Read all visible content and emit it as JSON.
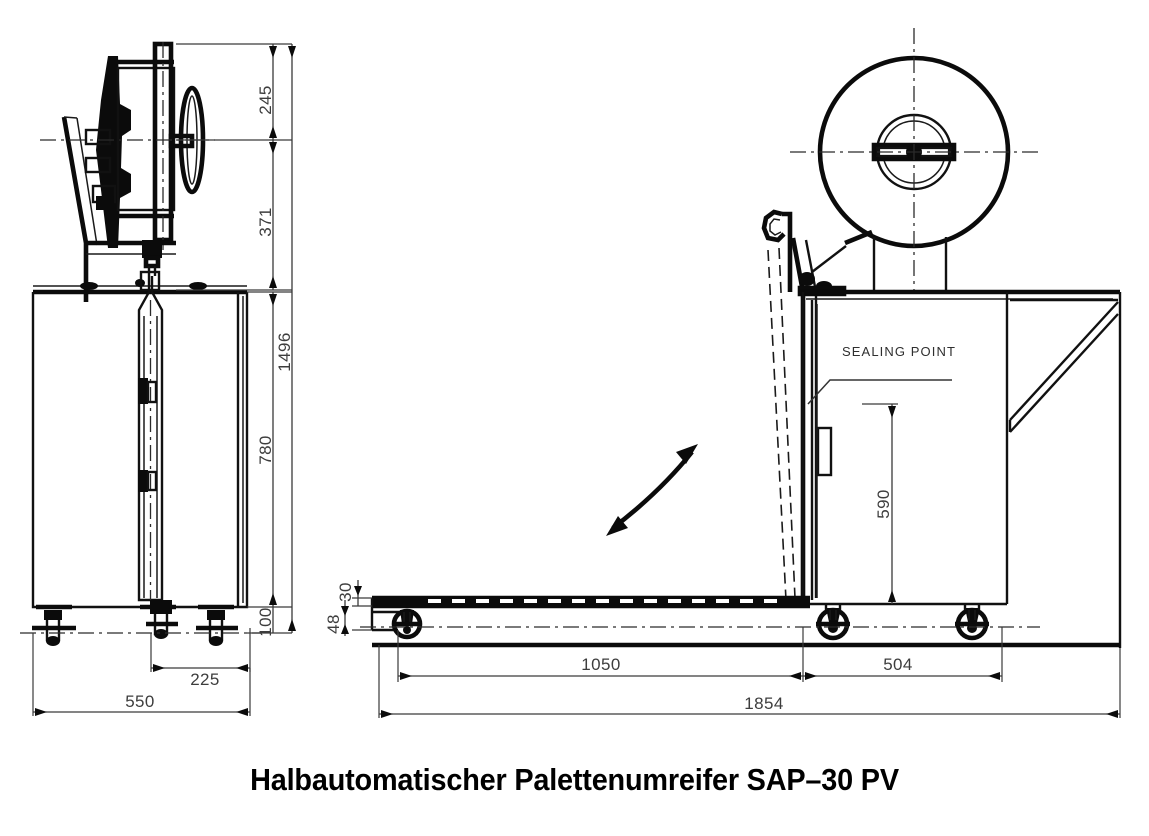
{
  "document": {
    "type": "technical-drawing",
    "caption": "Halbautomatischer Palettenumreifer SAP–30 PV",
    "background_color": "#ffffff",
    "line_color": "#111111"
  },
  "annotations": {
    "sealing_point": "SEALING POINT"
  },
  "views": {
    "left": {
      "name": "side-view",
      "dimensions": {
        "d245": "245",
        "d371": "371",
        "d1496": "1496",
        "d780": "780",
        "d100": "100",
        "d225": "225",
        "d550": "550"
      }
    },
    "right": {
      "name": "front-view",
      "dimensions": {
        "d30": "30",
        "d48": "48",
        "d590": "590",
        "d1050": "1050",
        "d504": "504",
        "d1854": "1854"
      }
    }
  },
  "dimension_list": [
    {
      "value": "245",
      "orientation": "vertical",
      "view": "left"
    },
    {
      "value": "371",
      "orientation": "vertical",
      "view": "left"
    },
    {
      "value": "1496",
      "orientation": "vertical",
      "view": "left"
    },
    {
      "value": "780",
      "orientation": "vertical",
      "view": "left"
    },
    {
      "value": "100",
      "orientation": "vertical",
      "view": "left"
    },
    {
      "value": "225",
      "orientation": "horizontal",
      "view": "left"
    },
    {
      "value": "550",
      "orientation": "horizontal",
      "view": "left"
    },
    {
      "value": "30",
      "orientation": "vertical",
      "view": "right"
    },
    {
      "value": "48",
      "orientation": "vertical",
      "view": "right"
    },
    {
      "value": "590",
      "orientation": "vertical",
      "view": "right"
    },
    {
      "value": "1050",
      "orientation": "horizontal",
      "view": "right"
    },
    {
      "value": "504",
      "orientation": "horizontal",
      "view": "right"
    },
    {
      "value": "1854",
      "orientation": "horizontal",
      "view": "right"
    }
  ]
}
